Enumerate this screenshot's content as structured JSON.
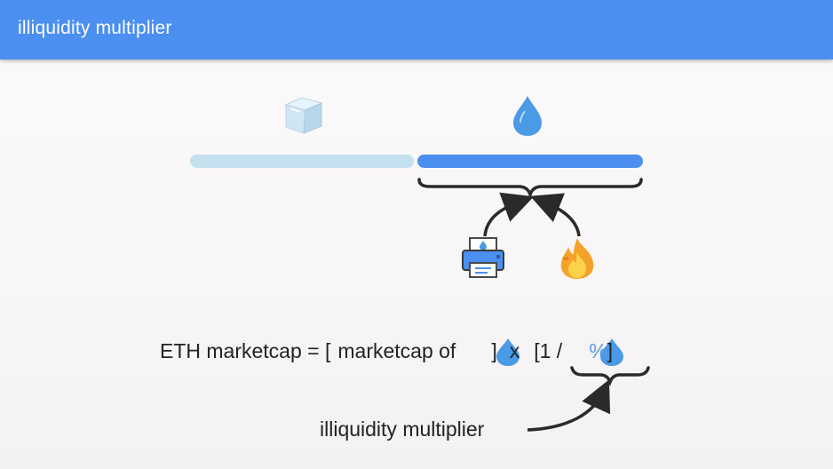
{
  "header": {
    "title": "illiquidity multiplier"
  },
  "icons": {
    "illiquid": "ice-cube-icon",
    "liquid": "water-drop-icon",
    "printer": "printer-icon",
    "burn": "fire-icon"
  },
  "colors": {
    "header": "#4b8ff0",
    "illiquid_bar": "#c5e0ee",
    "liquid_bar": "#4b8ff0",
    "drop": "#4a9ae6"
  },
  "formula": {
    "lhs": "ETH marketcap = [",
    "marketcap_of": "marketcap of",
    "close_bracket": "]",
    "times": "x",
    "open_multiplier": "[1 /",
    "percent": "%",
    "close_multiplier": "]"
  },
  "caption": "illiquidity multiplier"
}
